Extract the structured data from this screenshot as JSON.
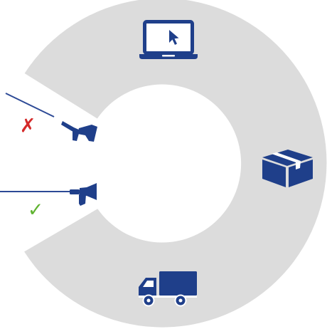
{
  "diagram": {
    "colors": {
      "ring": "#dcdcdc",
      "primary": "#1f3f8a",
      "line": "#2d4a96",
      "cross": "#d42a2a",
      "check": "#5fb330",
      "background": "#ffffff"
    },
    "steps": [
      {
        "name": "order-online",
        "icon": "laptop-icon"
      },
      {
        "name": "package",
        "icon": "box-icon"
      },
      {
        "name": "delivery",
        "icon": "delivery-truck-icon"
      }
    ],
    "comparison": {
      "incorrect": {
        "icon": "otoscope-angled-icon",
        "mark": "cross-mark-icon",
        "glyph": "✗"
      },
      "correct": {
        "icon": "otoscope-straight-icon",
        "mark": "check-mark-icon",
        "glyph": "✓"
      }
    }
  }
}
